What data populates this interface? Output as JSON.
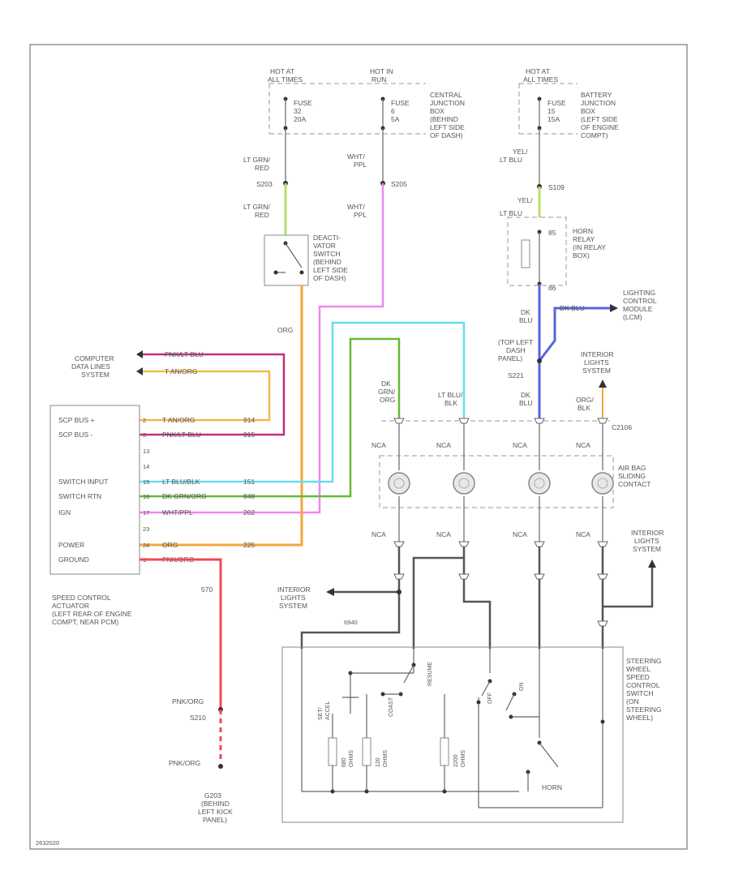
{
  "hot_at_all_times_1": [
    "HOT AT",
    "ALL TIMES"
  ],
  "hot_in_run": [
    "HOT IN",
    "RUN"
  ],
  "hot_at_all_times_2": [
    "HOT AT",
    "ALL TIMES"
  ],
  "fuse_32": [
    "FUSE",
    "32",
    "20A"
  ],
  "fuse_6": [
    "FUSE",
    "6",
    "5A"
  ],
  "fuse_15": [
    "FUSE",
    "15",
    "15A"
  ],
  "cjb": [
    "CENTRAL",
    "JUNCTION",
    "BOX",
    "(BEHIND",
    "LEFT SIDE",
    "OF DASH)"
  ],
  "bjb": [
    "BATTERY",
    "JUNCTION",
    "BOX",
    "(LEFT SIDE",
    "OF ENGINE",
    "COMPT)"
  ],
  "w_ltgrn_red_1": [
    "LT GRN/",
    "RED"
  ],
  "s203": "S203",
  "w_ltgrn_red_2": [
    "LT GRN/",
    "RED"
  ],
  "w_wht_ppl_1": [
    "WHT/",
    "PPL"
  ],
  "s205": "S205",
  "w_wht_ppl_2": [
    "WHT/",
    "PPL"
  ],
  "w_yel_ltblu": [
    "YEL/",
    "LT BLU"
  ],
  "s109": "S109",
  "w_yel_2": "YEL/",
  "w_lt_blu_2": "LT BLU",
  "deact": [
    "DEACTI-",
    "VATOR",
    "SWITCH",
    "(BEHIND",
    "LEFT SIDE",
    "OF DASH)"
  ],
  "horn_relay": [
    "HORN",
    "RELAY",
    "(IN RELAY",
    "BOX)"
  ],
  "pin_85": "85",
  "pin_86": "86",
  "lcm": [
    "LIGHTING",
    "CONTROL",
    "MODULE",
    "(LCM)"
  ],
  "dk_blu_lcm": "DK BLU",
  "w_dk_blu_1": [
    "DK",
    "BLU"
  ],
  "top_left_dash": [
    "(TOP LEFT",
    "DASH",
    "PANEL)"
  ],
  "s221": "S221",
  "w_dk_blu_2": [
    "DK",
    "BLU"
  ],
  "int_lights_1": [
    "INTERIOR",
    "LIGHTS",
    "SYSTEM"
  ],
  "w_org_blk": [
    "ORG/",
    "BLK"
  ],
  "c2106": "C2106",
  "w_org": "ORG",
  "cdls": [
    "COMPUTER",
    "DATA LINES",
    "SYSTEM"
  ],
  "pnk_ltblu_top": "PNK/LT BLU",
  "tan_org_top": "T AN/ORG",
  "w_dkgrn_org": [
    "DK",
    "GRN/",
    "ORG"
  ],
  "w_ltblu_blk": [
    "LT BLU/",
    "BLK"
  ],
  "sca_pins": [
    {
      "pin": "2",
      "label": "SCP BUS +",
      "wire": "T AN/ORG",
      "circ": "914"
    },
    {
      "pin": "3",
      "label": "SCP BUS -",
      "wire": "PNK/LT BLU",
      "circ": "915"
    },
    {
      "pin": "13",
      "label": "",
      "wire": "",
      "circ": ""
    },
    {
      "pin": "14",
      "label": "",
      "wire": "",
      "circ": ""
    },
    {
      "pin": "15",
      "label": "SWITCH INPUT",
      "wire": "LT BLU/BLK",
      "circ": "151"
    },
    {
      "pin": "16",
      "label": "SWITCH RTN",
      "wire": "DK GRN/ORG",
      "circ": "848"
    },
    {
      "pin": "17",
      "label": "IGN",
      "wire": "WHT/PPL",
      "circ": "202"
    },
    {
      "pin": "23",
      "label": "",
      "wire": "",
      "circ": ""
    },
    {
      "pin": "24",
      "label": "POWER",
      "wire": "ORG",
      "circ": "225"
    },
    {
      "pin": "1",
      "label": "GROUND",
      "wire": "PNK/ORG",
      "circ": ""
    }
  ],
  "sca": [
    "SPEED CONTROL",
    "ACTUATOR",
    "(LEFT REAR OF ENGINE",
    "COMPT, NEAR PCM)"
  ],
  "nca": "NCA",
  "air_bag": [
    "AIR BAG",
    "SLIDING",
    "CONTACT"
  ],
  "int_lights_2": [
    "INTERIOR",
    "LIGHTS",
    "SYSTEM"
  ],
  "int_lights_3": [
    "INTERIOR",
    "LIGHTS",
    "SYSTEM"
  ],
  "wire_570": "570",
  "w_pnk_org_1": "PNK/ORG",
  "s210": "S210",
  "w_pnk_org_2": "PNK/ORG",
  "g203": [
    "G203",
    "(BEHIND",
    "LEFT KICK",
    "PANEL)"
  ],
  "swc": [
    "STEERING",
    "WHEEL",
    "SPEED",
    "CONTROL",
    "SWITCH",
    "(ON",
    "STEERING",
    "WHEEL)"
  ],
  "horn": "HORN",
  "sw_set_accel": [
    "SET/",
    "ACCEL"
  ],
  "sw_coast": "COAST",
  "sw_resume": "RESUME",
  "sw_off": "OFF",
  "sw_on": "ON",
  "res_680": [
    "680",
    "OHMS"
  ],
  "res_120": [
    "120",
    "OHMS"
  ],
  "res_2200": [
    "2200",
    "OHMS"
  ],
  "wire_gray_note": "6940",
  "footer": "2632020",
  "colors": {
    "lt_grn": "#b5df6a",
    "pink": "#ee88ee",
    "dk_blue": "#5566dd",
    "orange": "#f5a53c",
    "dk_grn": "#66bb33",
    "cyan": "#66ddee",
    "red_pink": "#ee4a56",
    "gray": "#555555",
    "purple": "#c02e7a",
    "tan": "#f5b84c"
  }
}
